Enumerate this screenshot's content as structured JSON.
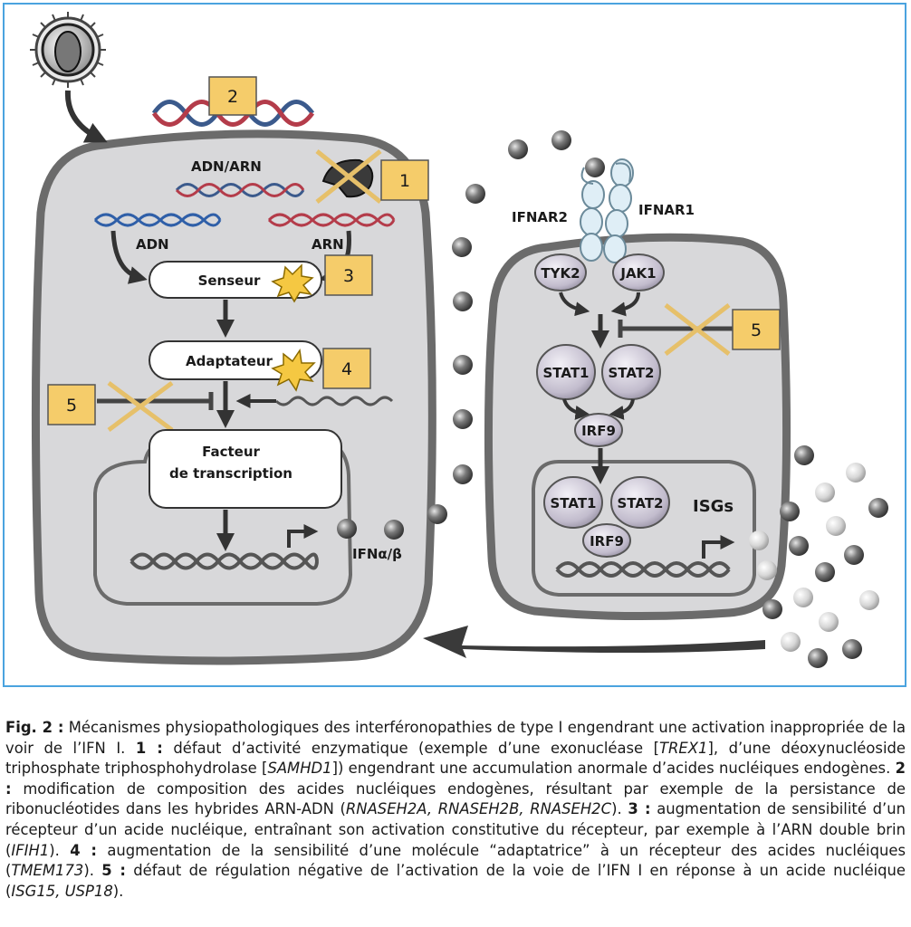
{
  "diagram": {
    "labels": {
      "adn_arn": "ADN/ARN",
      "adn": "ADN",
      "arn": "ARN",
      "senseur": "Senseur",
      "adaptateur": "Adaptateur",
      "facteur_line1": "Facteur",
      "facteur_line2": "de transcription",
      "ifn": "IFNα/β",
      "ifnar2": "IFNAR2",
      "ifnar1": "IFNAR1",
      "tyk2": "TYK2",
      "jak1": "JAK1",
      "stat1": "STAT1",
      "stat2": "STAT2",
      "irf9": "IRF9",
      "isgs": "ISGs"
    },
    "markers": {
      "m1": "1",
      "m2": "2",
      "m3": "3",
      "m4": "4",
      "m5_left": "5",
      "m5_right": "5"
    },
    "colors": {
      "marker_fill": "#f5cc6a",
      "cell_fill": "#d8d8da",
      "cell_border": "#6b6b6b",
      "protein_fill": "#c9c4d2",
      "border": "#4aa3df"
    }
  },
  "caption": {
    "fig_label": "Fig. 2 :",
    "intro": " Mécanismes physiopathologiques des interféronopathies de type I engendrant une activation inappropriée de la voir de l’IFN I. ",
    "p1_num": "1 :",
    "p1_a": " défaut d’activité enzymatique (exemple d’une exonucléase [",
    "p1_g1": "TREX1",
    "p1_b": "], d’une déoxynucléoside triphosphate triphosphohydrolase [",
    "p1_g2": "SAMHD1",
    "p1_c": "]) engendrant une accumulation anormale d’acides nucléiques endogènes. ",
    "p2_num": "2 :",
    "p2_a": " modification de composition des acides nucléiques endogènes, résultant par exemple de la persistance de ribonucléotides dans les hybrides ARN-ADN (",
    "p2_g": "RNASEH2A, RNASEH2B, RNASEH2C",
    "p2_b": "). ",
    "p3_num": "3 :",
    "p3_a": " augmentation de sensibilité d’un récepteur d’un acide nucléique, entraînant son activation constitutive du récepteur, par exemple à l’ARN double brin (",
    "p3_g": "IFIH1",
    "p3_b": "). ",
    "p4_num": "4 :",
    "p4_a": " augmentation de la sensibilité d’une molécule “adaptatrice” à un récepteur des acides nucléiques (",
    "p4_g": "TMEM173",
    "p4_b": "). ",
    "p5_num": "5 :",
    "p5_a": " défaut de régulation négative de l’activation de la voie de l’IFN I en réponse à un acide nucléique (",
    "p5_g": "ISG15, USP18",
    "p5_b": ")."
  }
}
